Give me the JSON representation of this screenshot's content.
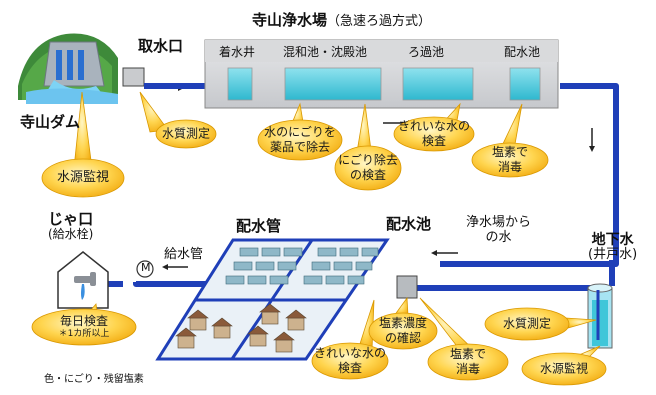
{
  "title": "寺山浄水場",
  "title_sub": "（急速ろ過方式）",
  "dam_label": "寺山ダム",
  "intake_label": "取水口",
  "stages": [
    "着水井",
    "混和池・沈殿池",
    "ろ過池",
    "配水池"
  ],
  "top_bubbles": {
    "dam_monitor": "水源監視",
    "intake_quality": "水質測定",
    "chem_removal_1": "水のにごりを",
    "chem_removal_2": "薬品で除去",
    "turbidity_check_1": "にごり除去",
    "turbidity_check_2": "の検査",
    "clean_check_1": "きれいな水の",
    "clean_check_2": "検査",
    "chlorine_1": "塩素で",
    "chlorine_2": "消毒"
  },
  "groundwater_label": "地下水",
  "groundwater_sub": "(井戸水)",
  "plant_water_1": "浄水場から",
  "plant_water_2": "の水",
  "dist_pipe_label": "配水管",
  "dist_reservoir_label": "配水池",
  "tap_label": "じゃ口",
  "tap_sub": "(給水栓)",
  "service_pipe_label": "給水管",
  "meter_label": "M",
  "bottom_bubbles": {
    "daily_check": "毎日検査",
    "daily_note": "＊1カ所以上",
    "clean_check_1": "きれいな水の",
    "clean_check_2": "検査",
    "chlorine_conc_1": "塩素濃度",
    "chlorine_conc_2": "の確認",
    "chlorine_1": "塩素で",
    "chlorine_2": "消毒",
    "quality": "水質測定",
    "source_monitor": "水源監視"
  },
  "footnote": "色・にごり・残留塩素",
  "colors": {
    "pipe": "#1f3fb8",
    "water": "#3fc6d9",
    "bubble": "#fbc02d",
    "bubble_stroke": "#d99800",
    "plant_bg": "#d3d5d8"
  }
}
